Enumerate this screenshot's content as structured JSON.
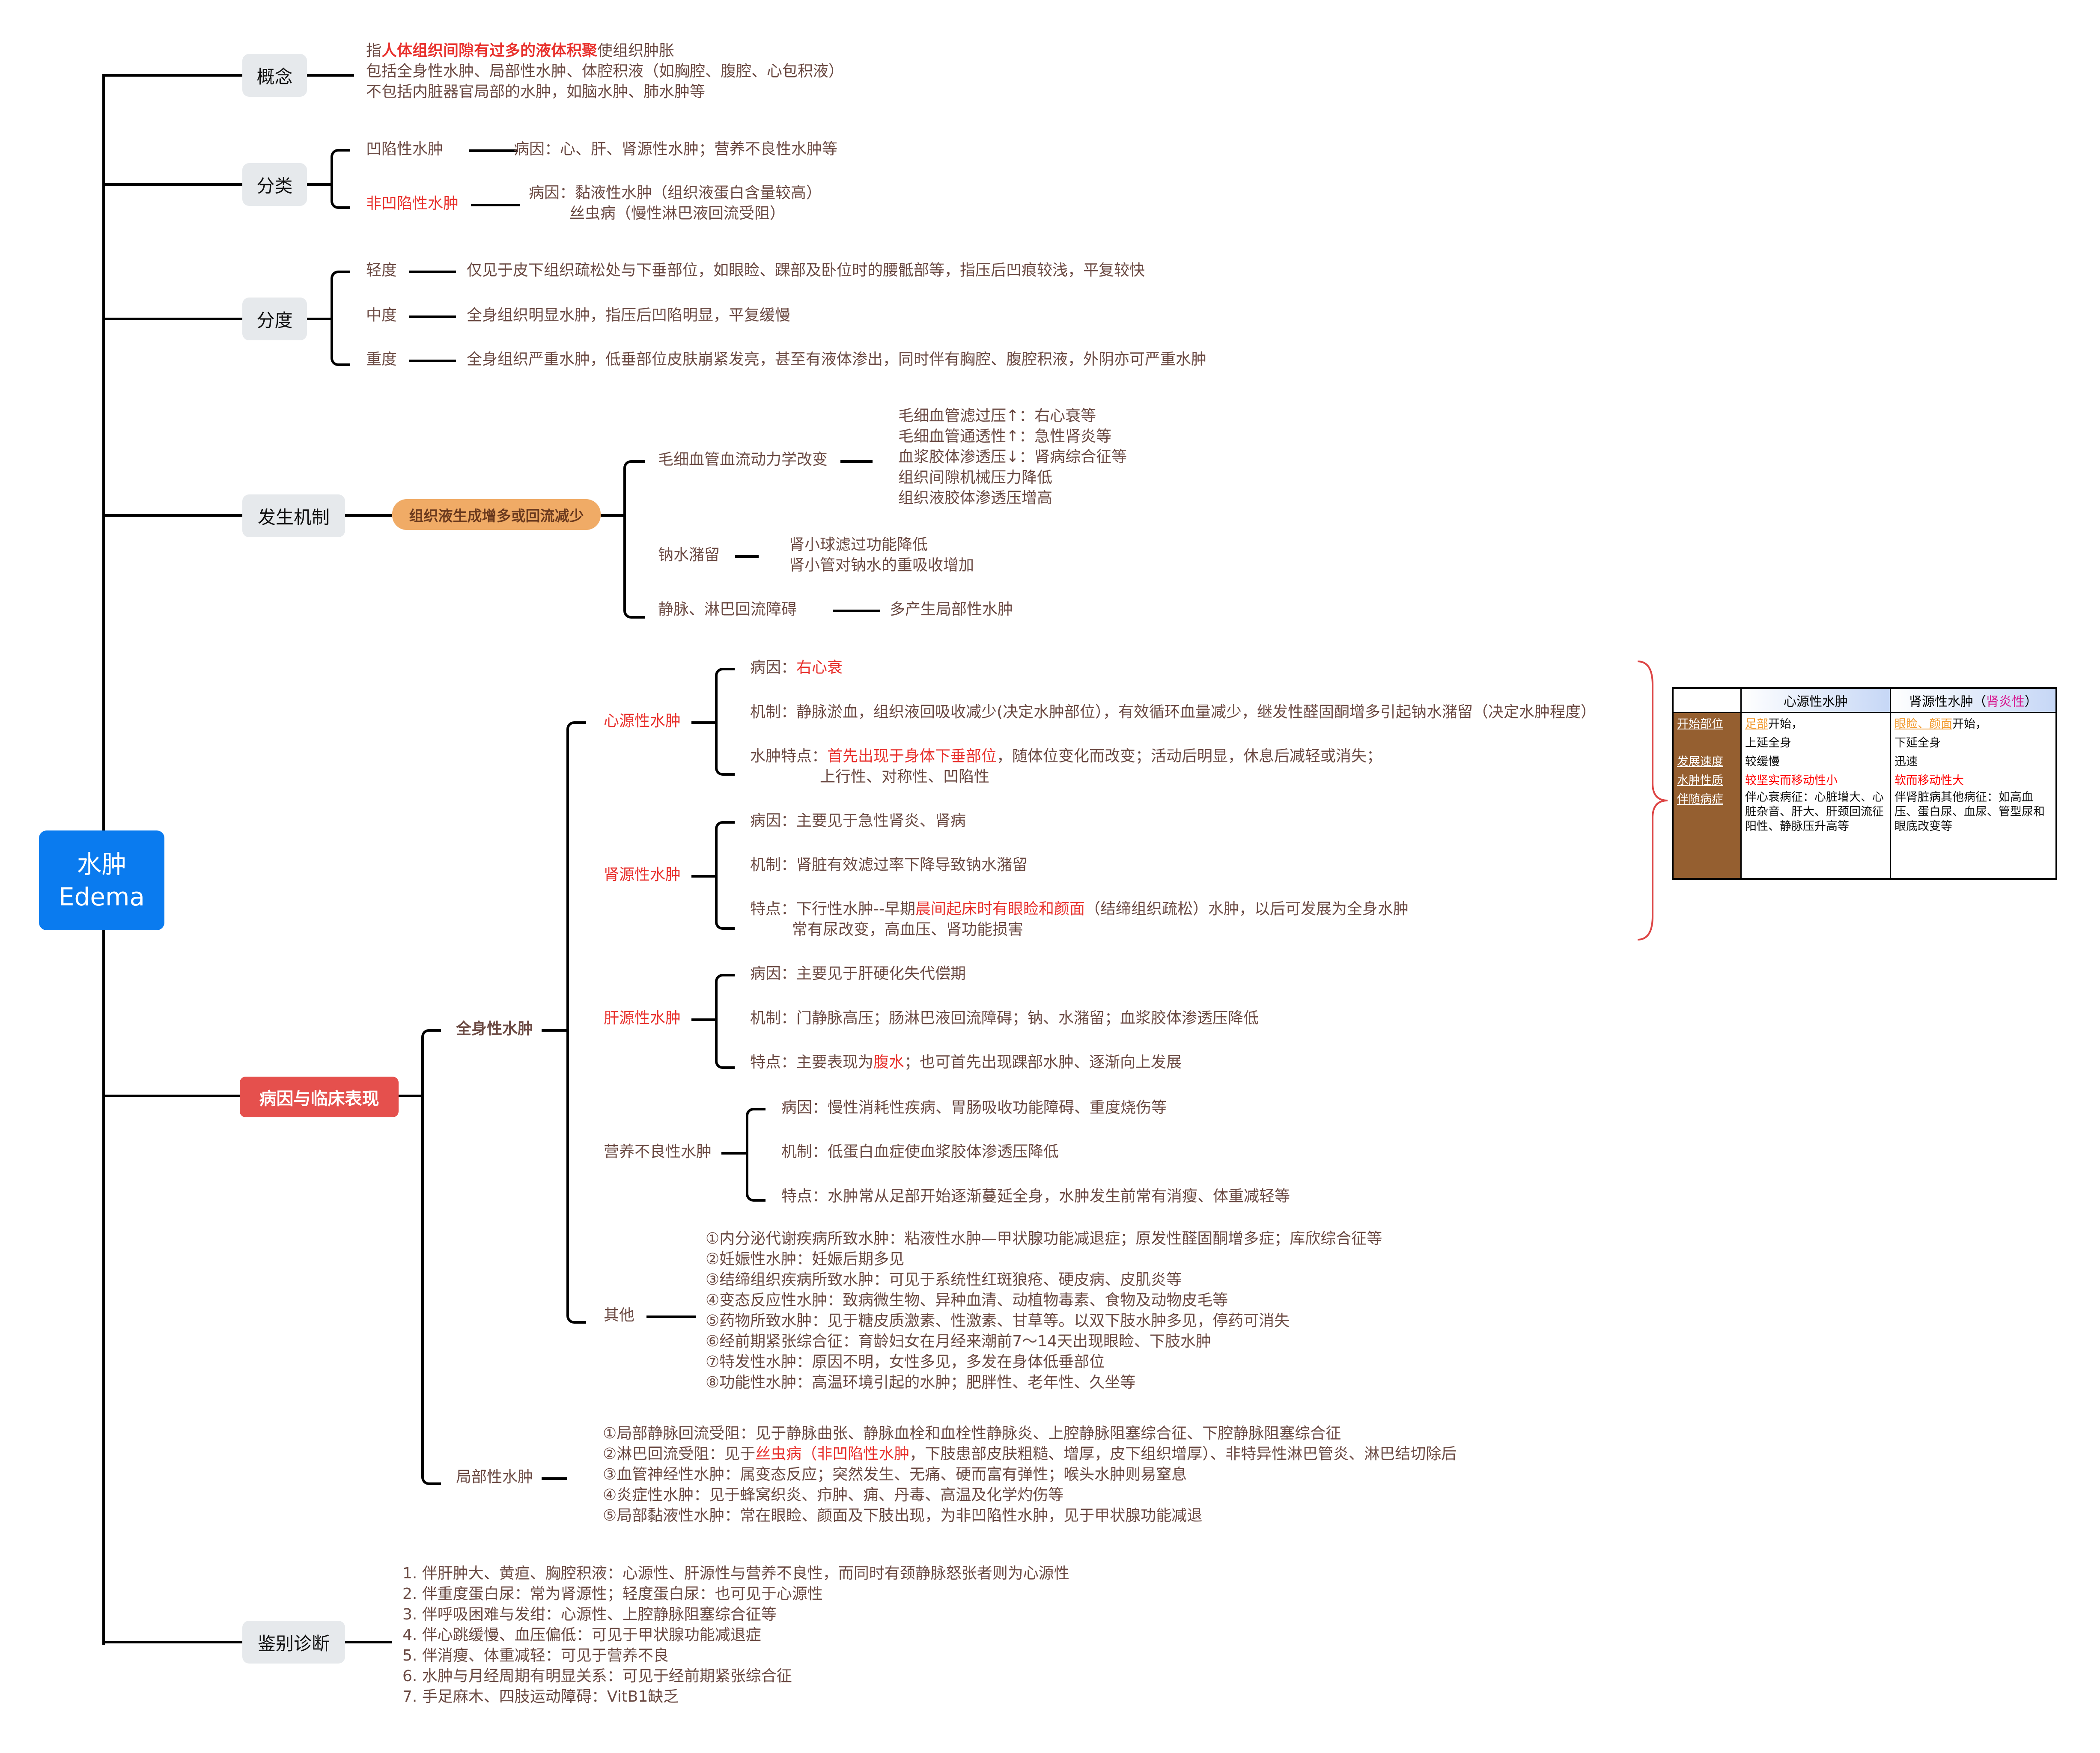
{
  "root": {
    "line1": "水肿",
    "line2": "Edema"
  },
  "concept": {
    "label": "概念",
    "line1_prefix": "指",
    "line1_highlight": "人体组织间隙有过多的液体积聚",
    "line1_suffix": "使组织肿胀",
    "line2": "包括全身性水肿、局部性水肿、体腔积液（如胸腔、腹腔、心包积液）",
    "line3": "不包括内脏器官局部的水肿，如脑水肿、肺水肿等"
  },
  "classification": {
    "label": "分类",
    "items": [
      {
        "name": "凹陷性水肿",
        "lines": [
          "病因：心、肝、肾源性水肿；营养不良性水肿等"
        ]
      },
      {
        "name": "非凹陷性水肿",
        "lines": [
          "病因：黏液性水肿（组织液蛋白含量较高）",
          "丝虫病（慢性淋巴液回流受阻）"
        ]
      }
    ]
  },
  "grading": {
    "label": "分度",
    "items": [
      {
        "name": "轻度",
        "desc": "仅见于皮下组织疏松处与下垂部位，如眼睑、踝部及卧位时的腰骶部等，指压后凹痕较浅，平复较快"
      },
      {
        "name": "中度",
        "desc": "全身组织明显水肿，指压后凹陷明显，平复缓慢"
      },
      {
        "name": "重度",
        "desc": "全身组织严重水肿，低垂部位皮肤崩紧发亮，甚至有液体渗出，同时伴有胸腔、腹腔积液，外阴亦可严重水肿"
      }
    ]
  },
  "mechanism": {
    "label": "发生机制",
    "core": "组织液生成增多或回流减少",
    "branches": [
      {
        "name": "毛细血管血流动力学改变",
        "lines": [
          "毛细血管滤过压↑：右心衰等",
          "毛细血管通透性↑：急性肾炎等",
          "血浆胶体渗透压↓：肾病综合征等",
          "组织间隙机械压力降低",
          "组织液胶体渗透压增高"
        ]
      },
      {
        "name": "钠水潴留",
        "lines": [
          "肾小球滤过功能降低",
          "肾小管对钠水的重吸收增加"
        ]
      },
      {
        "name": "静脉、淋巴回流障碍",
        "lines": [
          "多产生局部性水肿"
        ]
      }
    ]
  },
  "etiology": {
    "label": "病因与临床表现",
    "systemic": {
      "label": "全身性水肿",
      "cardiac": {
        "name": "心源性水肿",
        "cause_label": "病因：",
        "cause": "右心衰",
        "mech": "机制：静脉淤血，组织液回吸收减少(决定水肿部位），有效循环血量减少，继发性醛固酮增多引起钠水潴留（决定水肿程度）",
        "feat_label": "水肿特点：",
        "feat_highlight": "首先出现于身体下垂部位",
        "feat_rest": "，随体位变化而改变；活动后明显，休息后减轻或消失；",
        "feat_line2": "上行性、对称性、凹陷性"
      },
      "renal": {
        "name": "肾源性水肿",
        "cause": "病因：主要见于急性肾炎、肾病",
        "mech": "机制：肾脏有效滤过率下降导致钠水潴留",
        "feat_prefix": "特点：下行性水肿--早期",
        "feat_highlight": "晨间起床时有眼睑和颜面",
        "feat_rest": "（结缔组织疏松）水肿，以后可发展为全身水肿",
        "feat_line2": "常有尿改变，高血压、肾功能损害"
      },
      "hepatic": {
        "name": "肝源性水肿",
        "cause": "病因：主要见于肝硬化失代偿期",
        "mech": "机制：门静脉高压；肠淋巴液回流障碍；钠、水潴留；血浆胶体渗透压降低",
        "feat_prefix": "特点：主要表现为",
        "feat_highlight": "腹水",
        "feat_rest": "；也可首先出现踝部水肿、逐渐向上发展"
      },
      "nutritional": {
        "name": "营养不良性水肿",
        "cause": "病因：慢性消耗性疾病、胃肠吸收功能障碍、重度烧伤等",
        "mech": "机制：低蛋白血症使血浆胶体渗透压降低",
        "feat": "特点：水肿常从足部开始逐渐蔓延全身，水肿发生前常有消瘦、体重减轻等"
      },
      "other": {
        "name": "其他",
        "lines": [
          "①内分泌代谢疾病所致水肿：粘液性水肿—甲状腺功能减退症；原发性醛固酮增多症；库欣综合征等",
          "②妊娠性水肿：妊娠后期多见",
          "③结缔组织疾病所致水肿：可见于系统性红斑狼疮、硬皮病、皮肌炎等",
          "④变态反应性水肿：致病微生物、异种血清、动植物毒素、食物及动物皮毛等",
          "⑤药物所致水肿：见于糖皮质激素、性激素、甘草等。以双下肢水肿多见，停药可消失",
          "⑥经前期紧张综合征：育龄妇女在月经来潮前7～14天出现眼睑、下肢水肿",
          "⑦特发性水肿：原因不明，女性多见，多发在身体低垂部位",
          "⑧功能性水肿：高温环境引起的水肿；肥胖性、老年性、久坐等"
        ]
      }
    },
    "local": {
      "label": "局部性水肿",
      "line1": "①局部静脉回流受阻：见于静脉曲张、静脉血栓和血栓性静脉炎、上腔静脉阻塞综合征、下腔静脉阻塞综合征",
      "line2_prefix": "②淋巴回流受阻：见于",
      "line2_highlight": "丝虫病（非凹陷性水肿",
      "line2_rest": "，下肢患部皮肤粗糙、增厚，皮下组织增厚）、非特异性淋巴管炎、淋巴结切除后",
      "line3": "③血管神经性水肿：属变态反应；突然发生、无痛、硬而富有弹性；喉头水肿则易窒息",
      "line4": "④炎症性水肿：见于蜂窝织炎、疖肿、痈、丹毒、高温及化学灼伤等",
      "line5": "⑤局部黏液性水肿：常在眼睑、颜面及下肢出现，为非凹陷性水肿，见于甲状腺功能减退"
    }
  },
  "comparison_table": {
    "headers": [
      "",
      "心源性水肿",
      "肾源性水肿（",
      "肾炎性",
      "）"
    ],
    "row_labels": [
      "开始部位",
      "发展速度",
      "水肿性质",
      "伴随病症"
    ],
    "cardiac": {
      "start_highlight": "足部",
      "start_rest": "开始，",
      "spread": "上延全身",
      "speed": "较缓慢",
      "nature": "较坚实而移动性小",
      "symptoms": "伴心衰病征：心脏增大、心脏杂音、肝大、肝颈回流征阳性、静脉压升高等"
    },
    "renal": {
      "start_highlight": "眼睑、颜面",
      "start_rest": "开始，",
      "spread": "下延全身",
      "speed": "迅速",
      "nature": "软而移动性大",
      "symptoms": "伴肾脏病其他病征：如高血压、蛋白尿、血尿、管型尿和眼底改变等"
    }
  },
  "differential": {
    "label": "鉴别诊断",
    "items": [
      "1. 伴肝肿大、黄疸、胸腔积液：心源性、肝源性与营养不良性，而同时有颈静脉怒张者则为心源性",
      "2. 伴重度蛋白尿：常为肾源性；轻度蛋白尿：也可见于心源性",
      "3. 伴呼吸困难与发绀：心源性、上腔静脉阻塞综合征等",
      "4. 伴心跳缓慢、血压偏低：可见于甲状腺功能减退症",
      "5. 伴消瘦、体重减轻：可见于营养不良",
      "6. 水肿与月经周期有明显关系：可见于经前期紧张综合征",
      "7. 手足麻木、四肢运动障碍：VitB1缺乏"
    ]
  },
  "colors": {
    "root": "#0a7bef",
    "level1_bg": "#e6e9ec",
    "text": "#6b4a43",
    "highlight": "#e8312d",
    "core_pill": "#f0ab66",
    "etiology_box": "#e5504d",
    "table_label_bg": "#955f30"
  }
}
